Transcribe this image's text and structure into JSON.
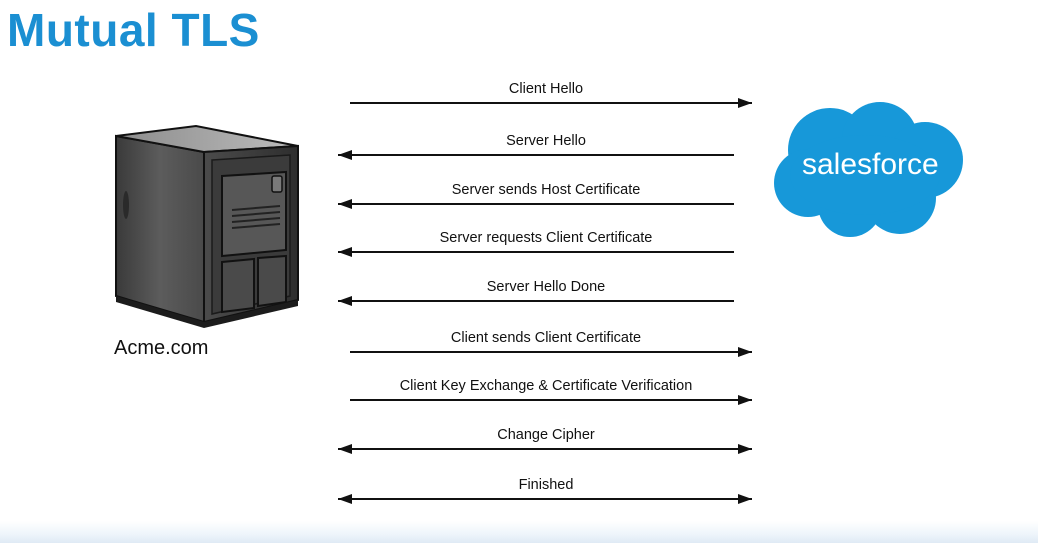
{
  "title": "Mutual TLS",
  "client": {
    "label": "Acme.com",
    "icon": "server-tower-icon"
  },
  "server": {
    "logo_text": "salesforce",
    "logo_color": "#1798d9",
    "icon": "salesforce-cloud-logo"
  },
  "accent_color": "#1b8fd2",
  "messages": [
    {
      "label": "Client Hello",
      "direction": "to-server"
    },
    {
      "label": "Server Hello",
      "direction": "to-client"
    },
    {
      "label": "Server sends Host Certificate",
      "direction": "to-client"
    },
    {
      "label": "Server requests Client Certificate",
      "direction": "to-client"
    },
    {
      "label": "Server Hello Done",
      "direction": "to-client"
    },
    {
      "label": "Client sends Client Certificate",
      "direction": "to-server"
    },
    {
      "label": "Client Key Exchange & Certificate Verification",
      "direction": "to-server"
    },
    {
      "label": "Change Cipher",
      "direction": "both"
    },
    {
      "label": "Finished",
      "direction": "both"
    }
  ]
}
